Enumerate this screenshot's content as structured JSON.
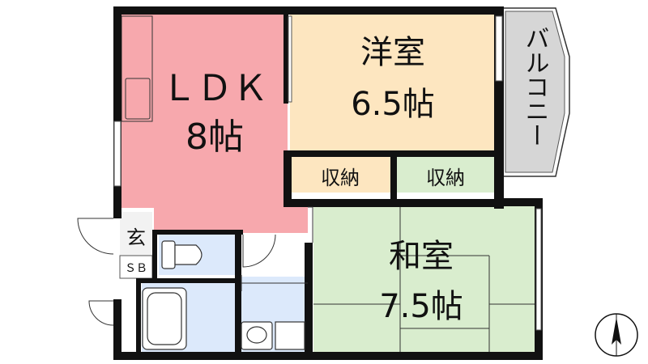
{
  "rooms": {
    "ldk": {
      "name": "ＬＤＫ",
      "size": "8帖",
      "color": "#f7a8ad"
    },
    "western": {
      "name": "洋室",
      "size": "6.5帖",
      "color": "#fde6c0"
    },
    "japanese": {
      "name": "和室",
      "size": "7.5帖",
      "color": "#d9edce"
    },
    "storage_left": {
      "name": "収納",
      "color": "#fde6c0"
    },
    "storage_right": {
      "name": "収納",
      "color": "#d9edce"
    },
    "balcony": {
      "name": "バルコニー",
      "color": "#d6d6d6"
    },
    "entrance": {
      "name": "玄"
    },
    "shoe_box": {
      "name": "ＳＢ"
    },
    "wet_area": {
      "color": "#dce9fb"
    }
  },
  "icons": {
    "compass": "north-arrow-icon",
    "toilet": "toilet-icon",
    "bathtub": "bathtub-icon",
    "sink": "washbasin-icon"
  }
}
